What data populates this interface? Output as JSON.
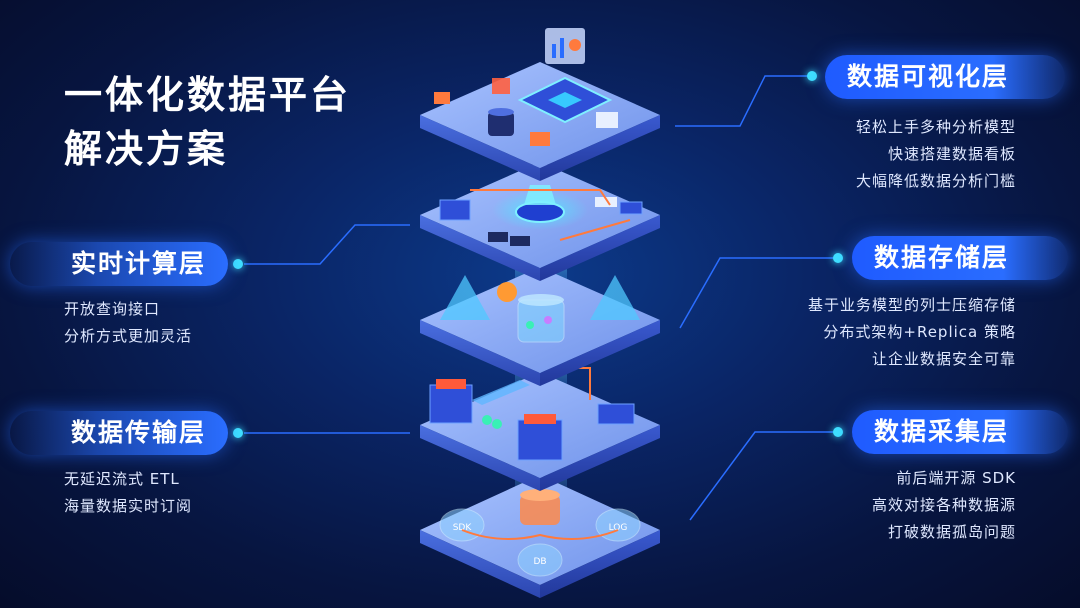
{
  "title": {
    "line1": "一体化数据平台",
    "line2": "解决方案"
  },
  "layers": {
    "visualization": {
      "label": "数据可视化层",
      "lines": [
        "轻松上手多种分析模型",
        "快速搭建数据看板",
        "大幅降低数据分析门槛"
      ]
    },
    "compute": {
      "label": "实时计算层",
      "lines": [
        "开放查询接口",
        "分析方式更加灵活"
      ]
    },
    "storage": {
      "label": "数据存储层",
      "lines": [
        "基于业务模型的列士压缩存储",
        "分布式架构+Replica 策略",
        "让企业数据安全可靠"
      ]
    },
    "transport": {
      "label": "数据传输层",
      "lines": [
        "无延迟流式 ETL",
        "海量数据实时订阅"
      ]
    },
    "collection": {
      "label": "数据采集层",
      "lines": [
        "前后端开源 SDK",
        "高效对接各种数据源",
        "打破数据孤岛问题"
      ]
    }
  },
  "domes": {
    "sdk": "SDK",
    "db": "DB",
    "log": "LOG"
  },
  "colors": {
    "accent": "#2a6dff",
    "cyan": "#3fe0ff",
    "orange": "#ff7a3d",
    "platform_top": "#7da3f2",
    "platform_side": "#3858c8"
  }
}
